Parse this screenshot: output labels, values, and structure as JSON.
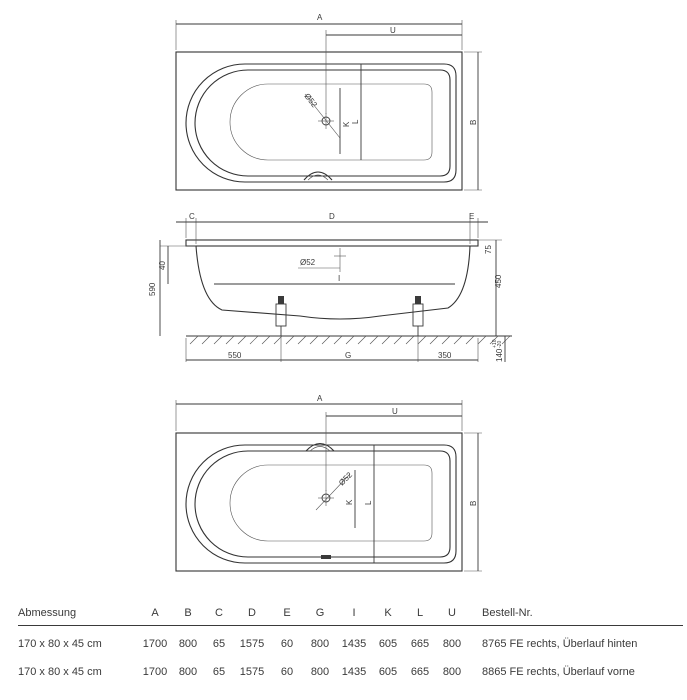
{
  "labels": {
    "top": {
      "A": "A",
      "U": "U",
      "B": "B",
      "K": "K",
      "L": "L",
      "dia": "Ø52"
    },
    "side": {
      "C": "C",
      "D": "D",
      "E": "E",
      "I": "I",
      "G": "G",
      "v40": "40",
      "v590": "590",
      "v75": "75",
      "v450": "450",
      "v140": "140",
      "tol": "+10",
      "tol2": "-20",
      "d550": "550",
      "d350": "350",
      "dia": "Ø52"
    },
    "bottom": {
      "A": "A",
      "U": "U",
      "B": "B",
      "K": "K",
      "L": "L",
      "dia": "Ø52"
    }
  },
  "table": {
    "headers": [
      "Abmessung",
      "A",
      "B",
      "C",
      "D",
      "E",
      "G",
      "I",
      "K",
      "L",
      "U",
      "Bestell-Nr."
    ],
    "rows": [
      [
        "170 x 80 x 45 cm",
        "1700",
        "800",
        "65",
        "1575",
        "60",
        "800",
        "1435",
        "605",
        "665",
        "800",
        "8765 FE rechts, Überlauf hinten"
      ],
      [
        "170 x 80 x 45 cm",
        "1700",
        "800",
        "65",
        "1575",
        "60",
        "800",
        "1435",
        "605",
        "665",
        "800",
        "8865 FE rechts, Überlauf vorne"
      ]
    ]
  }
}
